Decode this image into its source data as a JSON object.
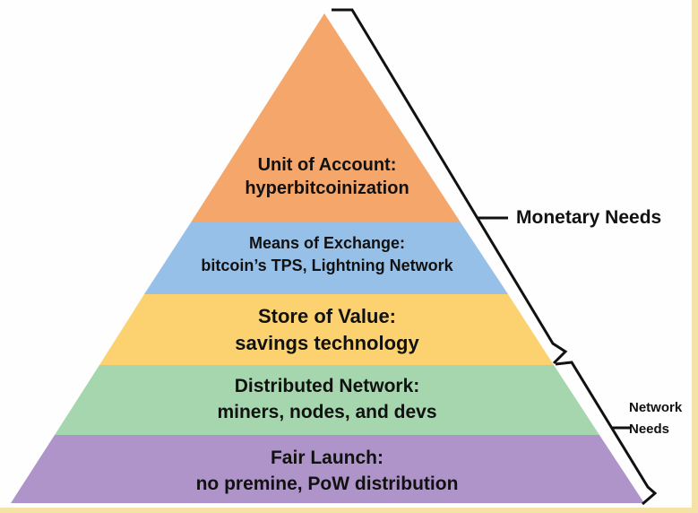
{
  "pyramid": {
    "layers": [
      {
        "name": "unit-of-account",
        "title": "Unit of Account:",
        "subtitle": "hyperbitcoinization",
        "color": "#F5A66B"
      },
      {
        "name": "means-of-exchange",
        "title": "Means of Exchange:",
        "subtitle": "bitcoin’s TPS, Lightning Network",
        "color": "#97C0E9"
      },
      {
        "name": "store-of-value",
        "title": "Store of Value:",
        "subtitle": "savings technology",
        "color": "#FBD26F"
      },
      {
        "name": "distributed-network",
        "title": "Distributed Network:",
        "subtitle": "miners, nodes, and devs",
        "color": "#A5D6AD"
      },
      {
        "name": "fair-launch",
        "title": "Fair Launch:",
        "subtitle": "no premine, PoW distribution",
        "color": "#AE94C9"
      }
    ]
  },
  "annotations": {
    "monetary_needs": "Monetary Needs",
    "network_needs_line1": "Network",
    "network_needs_line2": "Needs",
    "bracket_color": "#111111"
  },
  "frame": {
    "border_color": "#F5E2A6",
    "background": "#FEFEFE",
    "text_color": "#111111"
  }
}
